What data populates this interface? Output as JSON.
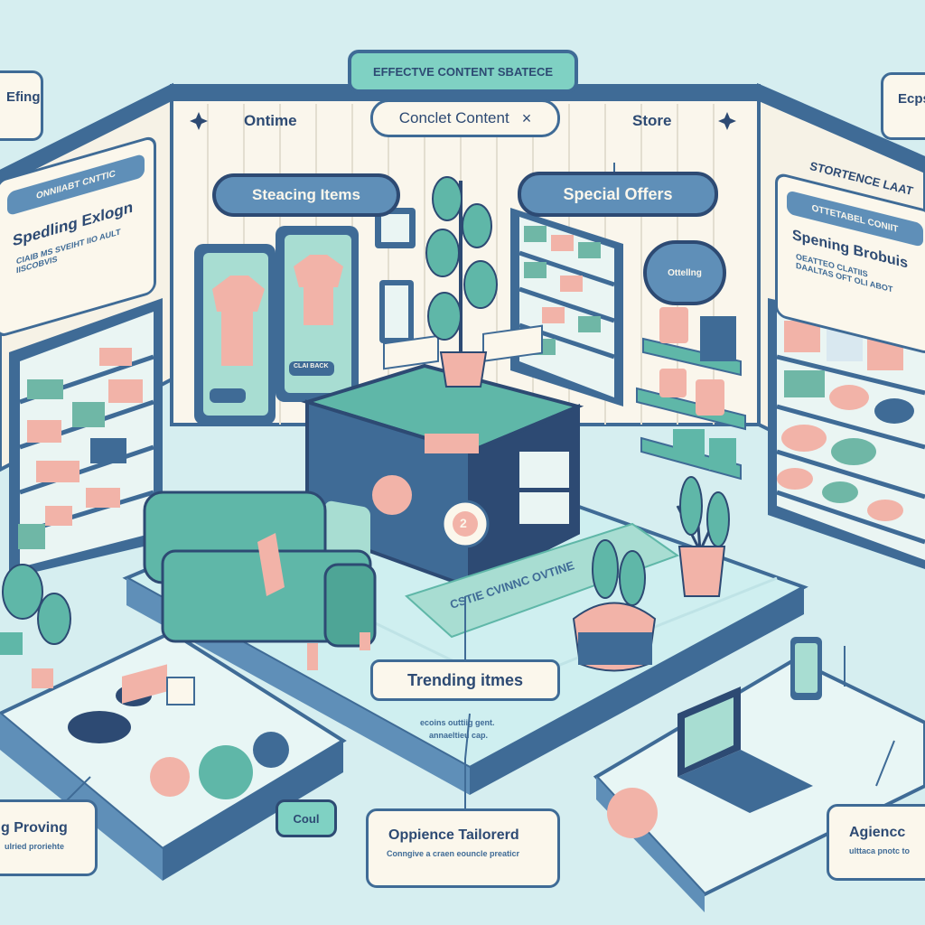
{
  "header": {
    "banner": "EFFECTVE CONTENT SBATECE",
    "search_chip": "Conclet Content",
    "search_close": "×",
    "left_label": "Ontime",
    "right_label": "Store"
  },
  "signs": {
    "left_sign": "Steacing Items",
    "right_sign": "Special Offers",
    "small_sign": "Ottellng"
  },
  "left_panel": {
    "title": "FRANCENT CONTENT",
    "banner": "ONNIIABT CNTTIC",
    "heading": "Spedling Exlogn",
    "body": "CIAIB MS SVEIHT IIO AULT IISCOBVIS"
  },
  "right_panel": {
    "title": "STORTENCE LAAT",
    "banner": "OTTETABEL CONIIT",
    "heading": "Spening Brobuis",
    "body": "OEATTEO CLATIIS DAALTAS OFT OLI ABOT"
  },
  "corner_cards": {
    "top_left": "Efing",
    "top_right": "Ecps"
  },
  "center": {
    "trending_label": "Trending itmes",
    "trending_caption_1": "ecoins outtiig gent.",
    "trending_caption_2": "annaeltieu cap.",
    "rug_text": "CSTIE CVINNC OVTINE",
    "counter_badge": "2"
  },
  "bottom_cards": {
    "left_title": "g Proving",
    "left_caption": "ulried proriehte",
    "center_title": "Oppience Tailorerd",
    "center_caption": "Conngive a craen eouncle preaticr",
    "right_title": "Agiencc",
    "right_caption": "ulttaca pnotc to"
  },
  "misc": {
    "cart_button": "Coul",
    "frame_tag": "CLAI BACK"
  },
  "colors": {
    "background": "#d6eef0",
    "navy": "#3f6b96",
    "dark_navy": "#2d4a73",
    "teal": "#5fb7a8",
    "mint": "#a8ddd2",
    "peach": "#f2b3a8",
    "cream": "#fbf7ec"
  }
}
